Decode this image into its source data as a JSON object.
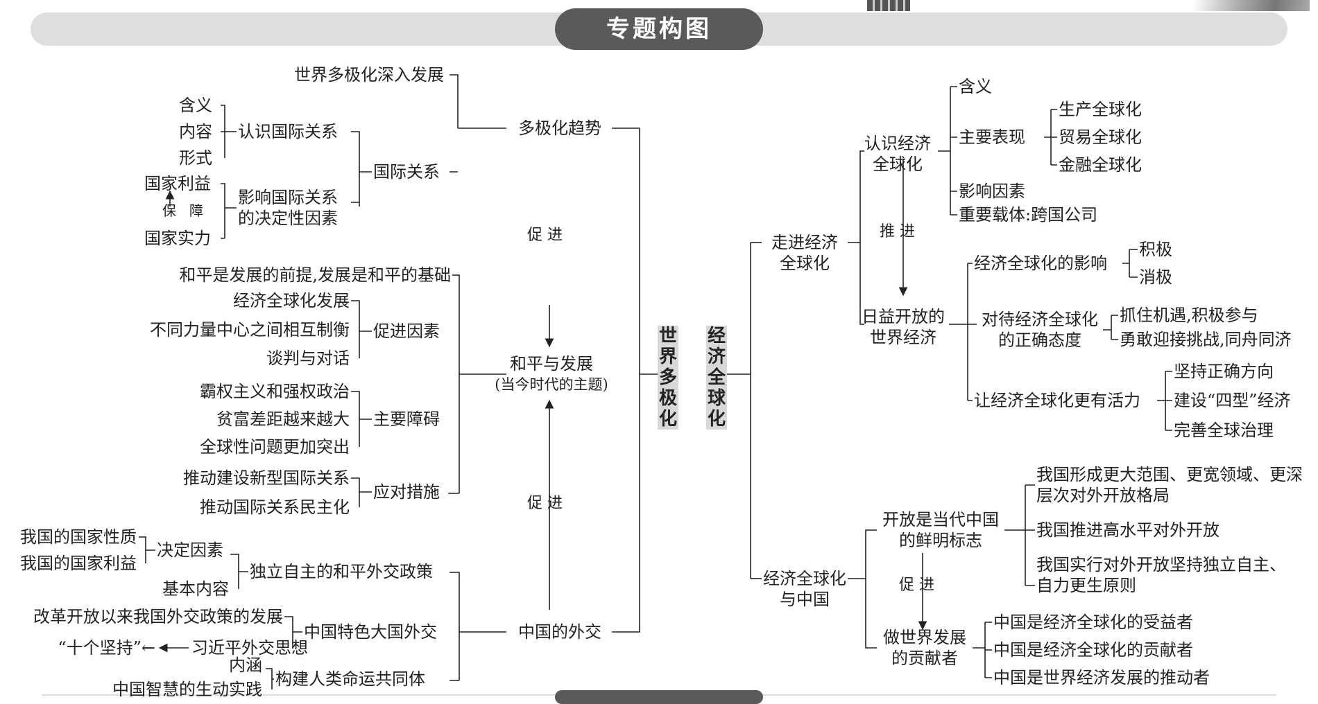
{
  "header": {
    "title": "专题构图"
  },
  "center": {
    "left": "世界多极化",
    "right": "经济全球化"
  },
  "left": {
    "main": {
      "multipolar": "多极化趋势",
      "peace": [
        "和平与发展",
        "(当今时代的主题)"
      ],
      "diplomacy": "中国的外交",
      "promote1": "促 进",
      "promote2": "促 进"
    },
    "multipolar": {
      "deepening": "世界多极化深入发展",
      "relations": "国际关系",
      "recognize": "认识国际关系",
      "recognize_items": [
        "含义",
        "内容",
        "形式"
      ],
      "decisive": [
        "影响国际关系",
        "的决定性因素"
      ],
      "interest": "国家利益",
      "strength": "国家实力",
      "guarantee": [
        "保",
        "障"
      ]
    },
    "peace": {
      "premise": "和平是发展的前提,发展是和平的基础",
      "factors": "促进因素",
      "factor_items": [
        "经济全球化发展",
        "不同力量中心之间相互制衡",
        "谈判与对话"
      ],
      "obstacles": "主要障碍",
      "obstacle_items": [
        "霸权主义和强权政治",
        "贫富差距越来越大",
        "全球性问题更加突出"
      ],
      "measures": "应对措施",
      "measure_items": [
        "推动建设新型国际关系",
        "推动国际关系民主化"
      ]
    },
    "diplomacy": {
      "policy": "独立自主的和平外交政策",
      "decide": "决定因素",
      "decide_items": [
        "我国的国家性质",
        "我国的国家利益"
      ],
      "basic": "基本内容",
      "major": "中国特色大国外交",
      "major_items": [
        "改革开放以来我国外交政策的发展",
        "习近平外交思想"
      ],
      "ten": "“十个坚持”←",
      "community": "构建人类命运共同体",
      "community_items": [
        "内涵",
        "中国智慧的生动实践"
      ]
    }
  },
  "right": {
    "walk": [
      "走进经济",
      "全球化"
    ],
    "china": [
      "经济全球化",
      "与中国"
    ],
    "understand": [
      "认识经济",
      "全球化"
    ],
    "understand_items": {
      "meaning": "含义",
      "forms": "主要表现",
      "form_items": [
        "生产全球化",
        "贸易全球化",
        "金融全球化"
      ],
      "factors": "影响因素",
      "carrier": "重要载体:跨国公司"
    },
    "push": "推 进",
    "open_world": [
      "日益开放的",
      "世界经济"
    ],
    "impact": "经济全球化的影响",
    "impact_items": [
      "积极",
      "消极"
    ],
    "attitude": [
      "对待经济全球化",
      "的正确态度"
    ],
    "attitude_items": [
      "抓住机遇,积极参与",
      "勇敢迎接挑战,同舟同济"
    ],
    "vitality": "让经济全球化更有活力",
    "vitality_items": [
      "坚持正确方向",
      "建设“四型”经济",
      "完善全球治理"
    ],
    "open_mark": [
      "开放是当代中国",
      "的鲜明标志"
    ],
    "open_items": [
      [
        "我国形成更大范围、更宽领域、更深",
        "层次对外开放格局"
      ],
      [
        "我国推进高水平对外开放"
      ],
      [
        "我国实行对外开放坚持独立自主、",
        "自力更生原则"
      ]
    ],
    "promote": "促 进",
    "contributor": [
      "做世界发展",
      "的贡献者"
    ],
    "contrib_items": [
      "中国是经济全球化的受益者",
      "中国是经济全球化的贡献者",
      "中国是世界经济发展的推动者"
    ]
  }
}
